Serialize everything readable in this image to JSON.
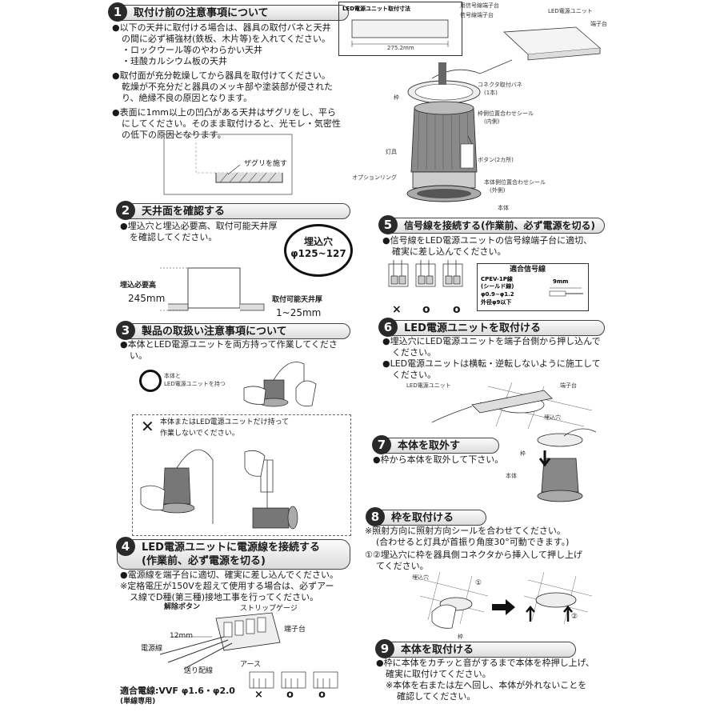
{
  "s1": {
    "num": "1",
    "title": "取付け前の注意事項について",
    "lines": [
      "●以下の天井に取付ける場合は、器具の取付バネと天井",
      "の間に必ず補強材(鉄板、木片等)を入れてください。",
      "・ロックウール等のやわらかい天井",
      "・珪酸カルシウム板の天井",
      "●取付面が充分乾燥してから器具を取付けてください。",
      "乾燥が不充分だと器具のメッキ部や塗装部が侵された",
      "り、絶縁不良の原因となります。",
      "●表面に1mm以上の凹凸がある天井はザグリをし、平ら",
      "にしてください。そのまま取付けると、光モレ・気密性",
      "の低下の原因となります。"
    ],
    "zaguri": "ザグリを施す"
  },
  "dim": {
    "title": "LED電源ユニット取付寸法",
    "width": "275.2mm"
  },
  "parts": {
    "signal_terminal": "用信号線端子台",
    "signal_terminal2": "信号線端子台",
    "led_unit": "LED電源ユニット",
    "terminal": "端子台",
    "connector_spring": "コネクタ取付バネ",
    "connector_spring_qty": "(1本)",
    "frame": "枠",
    "frame_seal": "枠側位置合わせシール",
    "frame_seal_sub": "(内側)",
    "fixture": "灯具",
    "button": "ボタン(2カ所)",
    "option_ring": "オプションリング",
    "body_seal": "本体側位置合わせシール",
    "body_seal_sub": "(外側)",
    "body": "本体"
  },
  "s2": {
    "num": "2",
    "title": "天井面を確認する",
    "lines": [
      "●埋込穴と埋込必要高、取付可能天井厚",
      "を確認してください。"
    ],
    "hole_label": "埋込穴",
    "hole_size": "φ125~127",
    "height_label": "埋込必要高",
    "height_value": "245mm",
    "thick_label": "取付可能天井厚",
    "thick_value": "1~25mm"
  },
  "s3": {
    "num": "3",
    "title": "製品の取扱い注意事項について",
    "lines": [
      "●本体とLED電源ユニットを両方持って作業してくださ",
      "い。"
    ],
    "ok_note1": "本体と",
    "ok_note2": "LED電源ユニットを持つ",
    "ng_lines": [
      "本体またはLED電源ユニットだけ持って",
      "作業しないでください。"
    ]
  },
  "s4": {
    "num": "4",
    "title1": "LED電源ユニットに電源線を接続する",
    "title2": "(作業前、必ず電源を切る)",
    "lines": [
      "●電源線を端子台に適切、確実に差し込んでください。",
      "※定格電圧が150Vを超えて使用する場合は、必ずアー",
      "ス線でD種(第三種)接地工事を行ってください。"
    ],
    "release": "解除ボタン",
    "strip": "ストリップゲージ",
    "terminal": "端子台",
    "len": "12mm",
    "power": "電源線",
    "feed": "送り配線",
    "earth": "アース",
    "wire1": "適合電線:VVF φ1.6・φ2.0",
    "wire2": "(単線専用)",
    "marks": [
      "×",
      "o",
      "o"
    ]
  },
  "s5": {
    "num": "5",
    "title": "信号線を接続する(作業前、必ず電源を切る)",
    "lines": [
      "●信号線をLED電源ユニットの信号線端子台に適切、",
      "確実に差し込んでください。"
    ],
    "spec_title": "適合信号線",
    "spec": [
      "CPEV-1P線",
      "(シールド線)",
      "φ0.9~φ1.2",
      "外径φ9以下"
    ],
    "len": "9mm",
    "marks": [
      "×",
      "o",
      "o"
    ]
  },
  "s6": {
    "num": "6",
    "title": "LED電源ユニットを取付ける",
    "lines": [
      "●埋込穴にLED電源ユニットを端子台側から押し込んで",
      "ください。",
      "●LED電源ユニットは横転・逆転しないように施工して",
      "ください。"
    ],
    "led": "LED電源ユニット",
    "terminal": "端子台",
    "hole": "埋込穴"
  },
  "s7": {
    "num": "7",
    "title": "本体を取外す",
    "lines": [
      "●枠から本体を取外して下さい。"
    ],
    "frame": "枠",
    "body": "本体"
  },
  "s8": {
    "num": "8",
    "title": "枠を取付ける",
    "lines": [
      "※照射方向に照射方向シールを合わせてください。",
      "(合わせると灯具が首振り角度30°可動できます。)",
      "①②埋込穴に枠を器具側コネクタから挿入して押し上げ",
      "てください。"
    ],
    "hole": "埋込穴",
    "frame": "枠",
    "c1": "①",
    "c2": "②"
  },
  "s9": {
    "num": "9",
    "title": "本体を取付ける",
    "lines": [
      "●枠に本体をカチッと音がするまで本体を枠押し上げ、",
      "確実に取付けてください。",
      "※本体を右または左へ回し、本体が外れないことを",
      "確認してください。"
    ]
  }
}
